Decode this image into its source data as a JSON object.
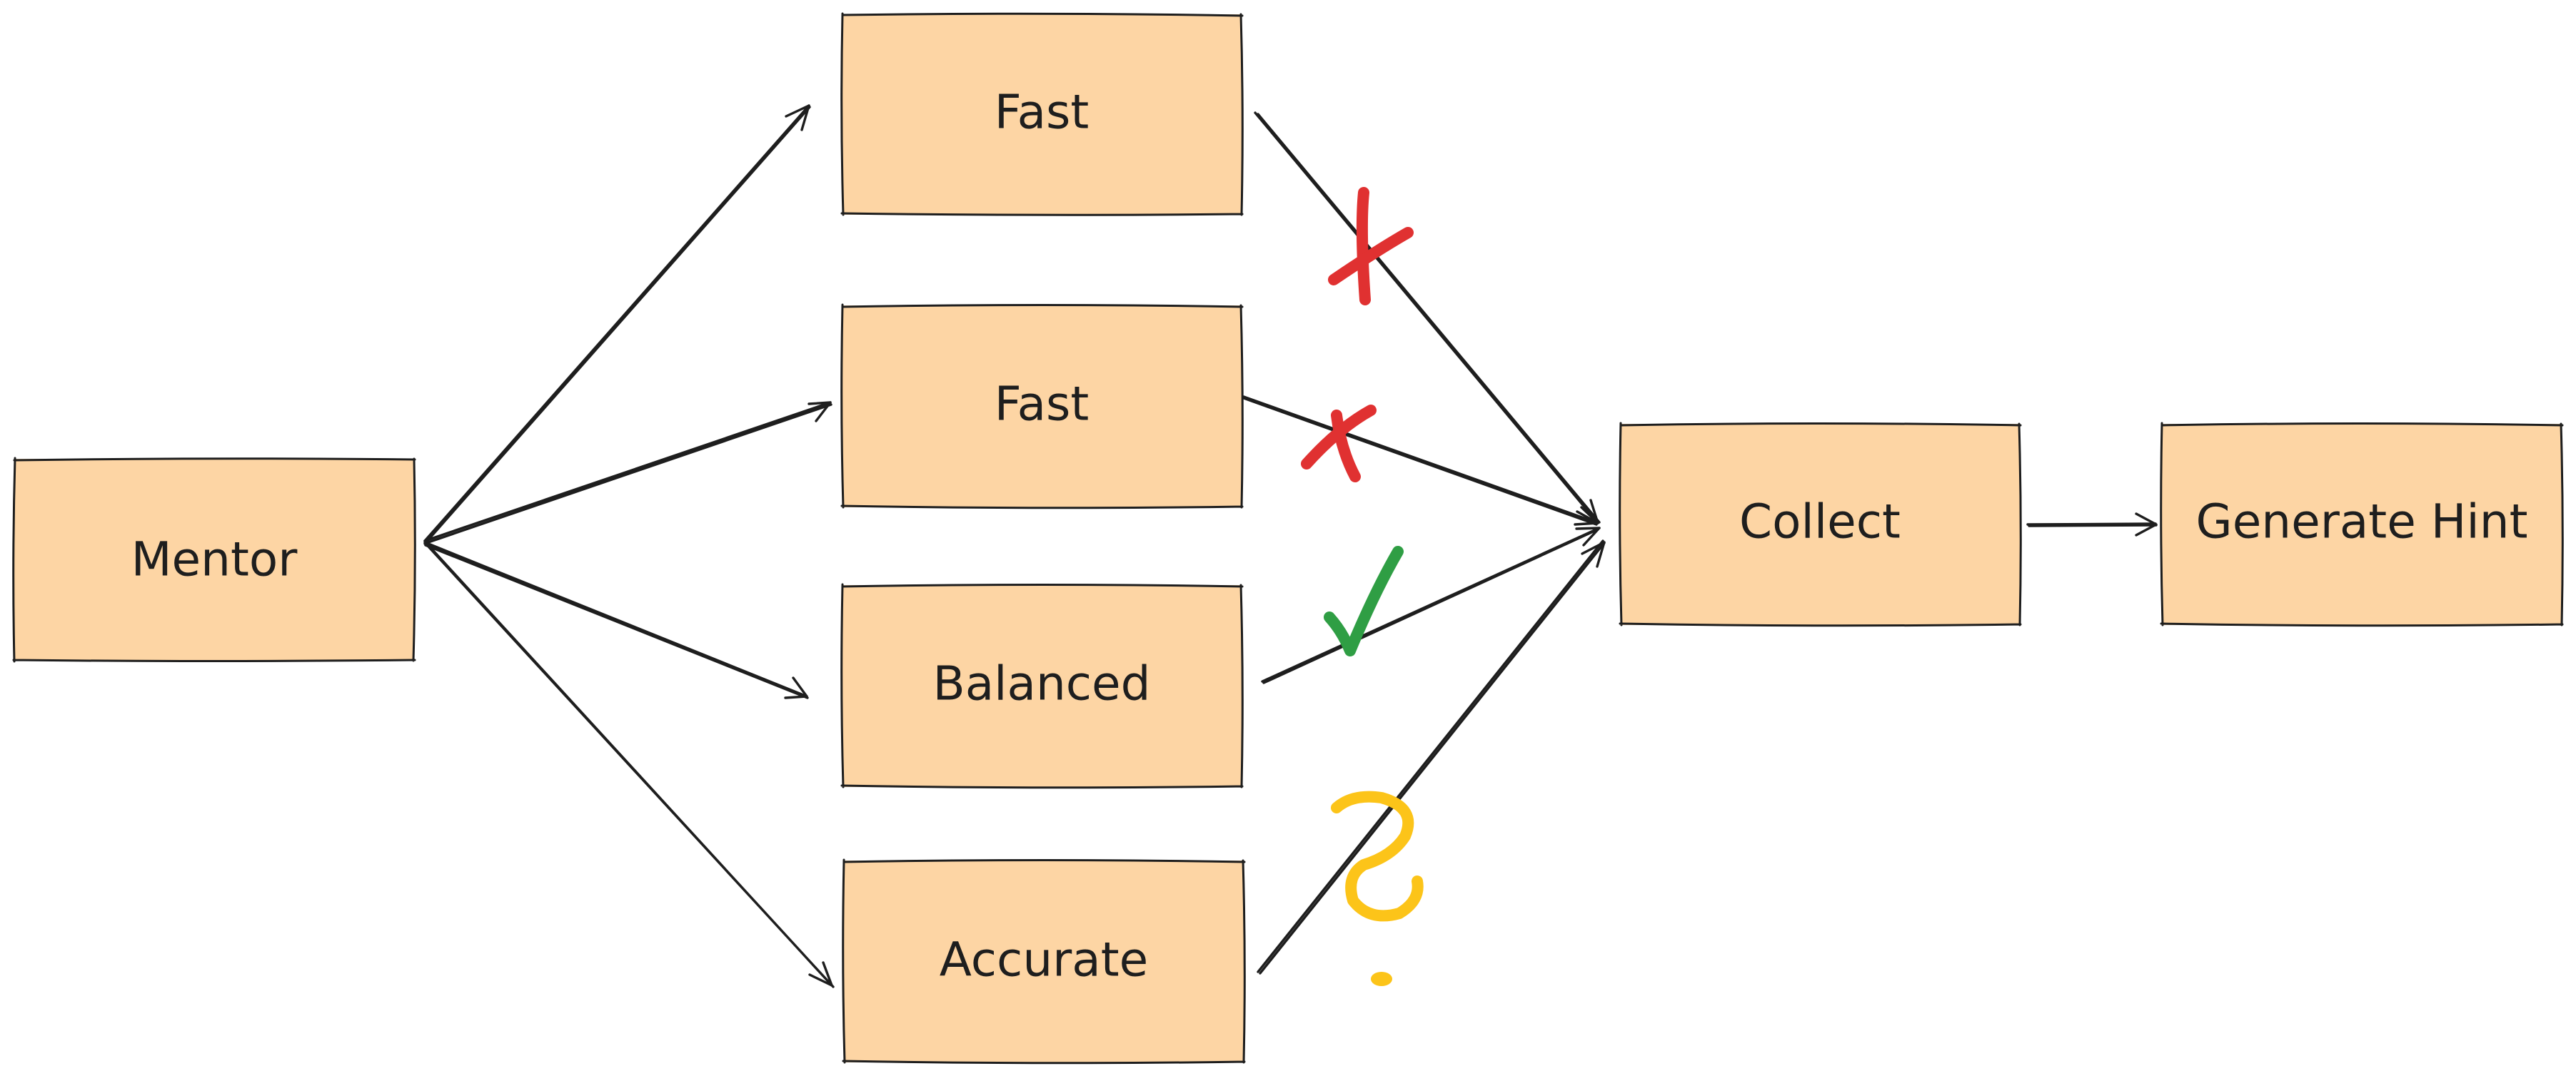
{
  "nodes": {
    "mentor": {
      "label": "Mentor"
    },
    "fast_1": {
      "label": "Fast"
    },
    "fast_2": {
      "label": "Fast"
    },
    "balanced": {
      "label": "Balanced"
    },
    "accurate": {
      "label": "Accurate"
    },
    "collect": {
      "label": "Collect"
    },
    "generate_hint": {
      "label": "Generate Hint"
    }
  },
  "edges": [
    {
      "from": "mentor",
      "to": "fast_1"
    },
    {
      "from": "mentor",
      "to": "fast_2"
    },
    {
      "from": "mentor",
      "to": "balanced"
    },
    {
      "from": "mentor",
      "to": "accurate"
    },
    {
      "from": "fast_1",
      "to": "collect",
      "mark": "cross"
    },
    {
      "from": "fast_2",
      "to": "collect",
      "mark": "cross"
    },
    {
      "from": "balanced",
      "to": "collect",
      "mark": "check"
    },
    {
      "from": "accurate",
      "to": "collect",
      "mark": "question"
    },
    {
      "from": "collect",
      "to": "generate_hint"
    }
  ],
  "colors": {
    "node_fill": "#fdd5a4",
    "stroke": "#1e1e1e",
    "cross": "#e03131",
    "check": "#2f9e44",
    "question": "#fcc419"
  },
  "marks": {
    "cross_icon": "x-mark-icon",
    "check_icon": "check-mark-icon",
    "question_icon": "question-mark-icon"
  }
}
